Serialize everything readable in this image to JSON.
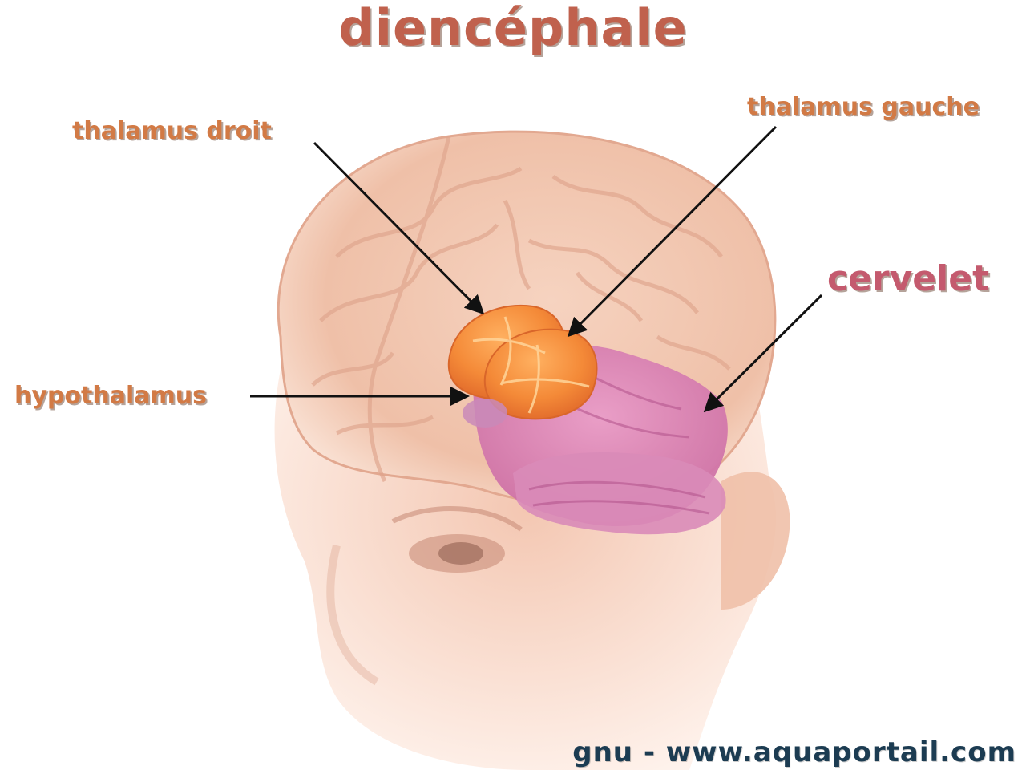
{
  "diagram": {
    "title": "diencéphale",
    "labels": {
      "thalamus_droit": "thalamus droit",
      "thalamus_gauche": "thalamus gauche",
      "hypothalamus": "hypothalamus",
      "cervelet": "cervelet"
    },
    "credit": "gnu - www.aquaportail.com"
  },
  "colors": {
    "title": "#c0614d",
    "label": "#d27a45",
    "cervelet_label": "#c45a6e",
    "credit": "#1c3c52",
    "skin": "#f2c7b0",
    "thalamus": "#f28a3a",
    "brainstem_cerebellum": "#d97bb4",
    "arrow": "#111111"
  }
}
